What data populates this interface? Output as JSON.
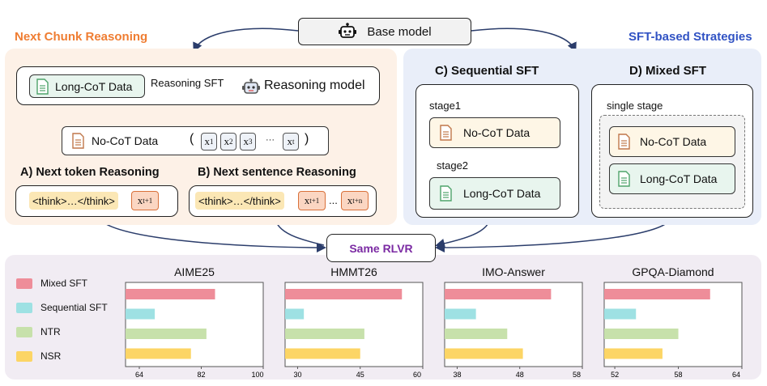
{
  "header": {
    "base_model": "Base model"
  },
  "left": {
    "title": "Next Chunk Reasoning",
    "long_cot": "Long-CoT Data",
    "reasoning_sft": "Reasoning SFT",
    "reasoning_model": "Reasoning model",
    "no_cot": "No-CoT Data",
    "paren_open": "(",
    "paren_close": ")",
    "tokens": [
      "x",
      "x",
      "x",
      "x"
    ],
    "token_subs": [
      "1",
      "2",
      "3",
      "t"
    ],
    "ellipsis": "···",
    "a_title": "A) Next token Reasoning",
    "b_title": "B) Next sentence Reasoning",
    "think": "<think>…</think>",
    "a_tok": "x",
    "a_tok_sub": "t+1",
    "b_tok1": "x",
    "b_tok1_sub": "t+1",
    "b_dots": "...",
    "b_tok2": "x",
    "b_tok2_sub": "t+n"
  },
  "right": {
    "title": "SFT-based Strategies",
    "c_title": "C) Sequential SFT",
    "stage1": "stage1",
    "stage2": "stage2",
    "c_no_cot": "No-CoT Data",
    "c_long_cot": "Long-CoT Data",
    "d_title": "D) Mixed SFT",
    "single_stage": "single stage",
    "d_no_cot": "No-CoT Data",
    "d_long_cot": "Long-CoT Data"
  },
  "center": {
    "rlvr": "Same RLVR"
  },
  "colors": {
    "mixed": "#ee8d99",
    "sequential": "#9ee1e3",
    "ntr": "#c7e1ab",
    "nsr": "#fcd565",
    "orange_title": "#ef7d32",
    "blue_title": "#3153c4",
    "purple": "#7b2aa3"
  },
  "legend": [
    {
      "label": "Mixed SFT",
      "color": "#ee8d99"
    },
    {
      "label": "Sequential SFT",
      "color": "#9ee1e3"
    },
    {
      "label": "NTR",
      "color": "#c7e1ab"
    },
    {
      "label": "NSR",
      "color": "#fcd565"
    }
  ],
  "chart_data": [
    {
      "type": "bar",
      "title": "AIME25",
      "categories": [
        "Mixed SFT",
        "Sequential SFT",
        "NTR",
        "NSR"
      ],
      "values": [
        86,
        68.5,
        83.5,
        79
      ],
      "xlim": [
        60,
        100
      ],
      "ticks": [
        "64",
        "82",
        "100"
      ]
    },
    {
      "type": "bar",
      "title": "HMMT26",
      "categories": [
        "Mixed SFT",
        "Sequential SFT",
        "NTR",
        "NSR"
      ],
      "values": [
        55,
        31.5,
        46,
        45
      ],
      "xlim": [
        27,
        60
      ],
      "ticks": [
        "30",
        "45",
        "60"
      ]
    },
    {
      "type": "bar",
      "title": "IMO-Answer",
      "categories": [
        "Mixed SFT",
        "Sequential SFT",
        "NTR",
        "NSR"
      ],
      "values": [
        53,
        41,
        46,
        48.5
      ],
      "xlim": [
        36,
        58
      ],
      "ticks": [
        "38",
        "48",
        "58"
      ]
    },
    {
      "type": "bar",
      "title": "GPQA-Diamond",
      "categories": [
        "Mixed SFT",
        "Sequential SFT",
        "NTR",
        "NSR"
      ],
      "values": [
        61,
        54,
        58,
        56.5
      ],
      "xlim": [
        51,
        64
      ],
      "ticks": [
        "52",
        "58",
        "64"
      ]
    }
  ]
}
